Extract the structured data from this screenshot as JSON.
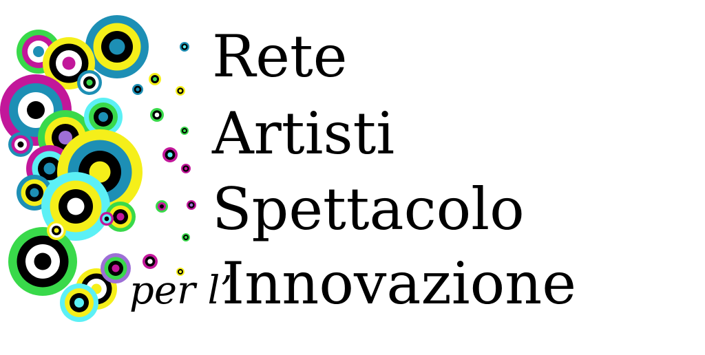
{
  "logo": {
    "line1": "Rete",
    "line2": "Artisti",
    "line3": "Spettacolo",
    "prefix": "per l’",
    "line4": "Innovazione"
  },
  "palette": {
    "magenta": "#c2179a",
    "green": "#39d94a",
    "yellow": "#f5ef1a",
    "cyan": "#5cf0f5",
    "teal": "#1d8fb5",
    "black": "#000000",
    "white": "#ffffff",
    "lavender": "#9d6fd6"
  }
}
